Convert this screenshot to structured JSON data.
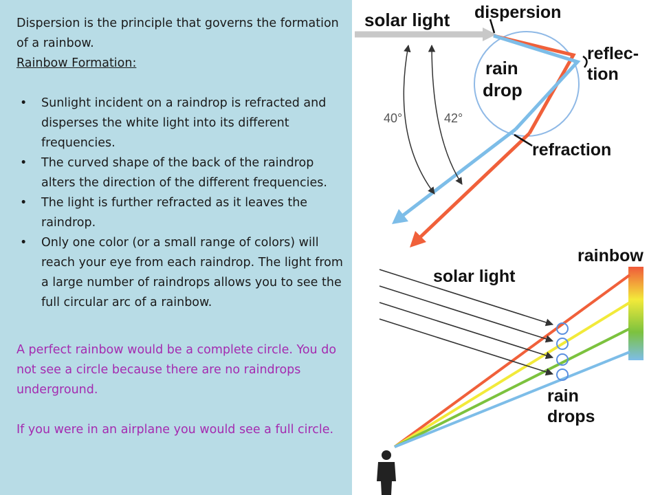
{
  "text": {
    "intro": "Dispersion is the principle that governs the formation of a rainbow.",
    "heading": "Rainbow Formation:",
    "bullets": [
      "Sunlight incident on a raindrop is refracted and disperses the white light into its different frequencies.",
      "The curved shape of the back of the raindrop alters the direction of the different frequencies.",
      "The light is further refracted as it leaves the raindrop.",
      "Only one color (or a small range of colors) will reach your eye from each raindrop.  The light from a large number of raindrops allows you to see the full circular arc of a rainbow."
    ],
    "note1": "A perfect rainbow would be a complete circle.  You do not see a circle because there are no raindrops underground.",
    "note2": "If you were in an airplane you would see a full circle."
  },
  "diagram": {
    "top": {
      "solar_light": "solar light",
      "dispersion": "dispersion",
      "reflection_1": "reflec-",
      "reflection_2": "tion",
      "rain": "rain",
      "drop": "drop",
      "refraction": "refraction",
      "angle_40": "40°",
      "angle_42": "42°"
    },
    "bottom": {
      "rainbow": "rainbow",
      "solar_light": "solar light",
      "rain": "rain",
      "drops": "drops"
    }
  },
  "colors": {
    "panel_bg": "#b8dce6",
    "pink_text": "#a42bb0",
    "red_ray": "#f0603a",
    "blue_ray": "#7dbde8",
    "yellow_ray": "#f2ea3a",
    "green_ray": "#7cc23e",
    "drop_circle": "#8fb9e6"
  }
}
